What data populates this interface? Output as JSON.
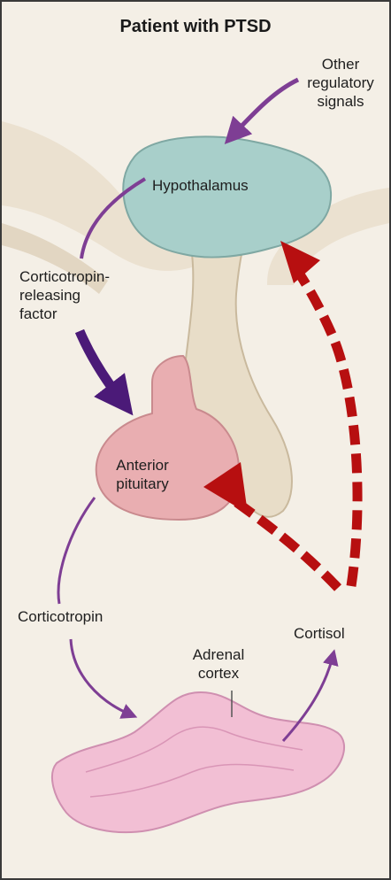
{
  "title": "Patient with PTSD",
  "labels": {
    "other_signals": "Other\nregulatory\nsignals",
    "hypothalamus": "Hypothalamus",
    "crf": "Corticotropin-\nreleasing\nfactor",
    "anterior_pituitary": "Anterior\npituitary",
    "corticotropin": "Corticotropin",
    "adrenal_cortex": "Adrenal\ncortex",
    "cortisol": "Cortisol"
  },
  "colors": {
    "background": "#f4efe6",
    "hypothalamus_fill": "#a8cfca",
    "pituitary_fill": "#e9aeb1",
    "adrenal_fill": "#f2bfd4",
    "stalk_fill": "#e8ddc8",
    "purple_arrow": "#7e3e94",
    "dark_purple_arrow": "#4b1a78",
    "feedback_red": "#b70f10"
  }
}
